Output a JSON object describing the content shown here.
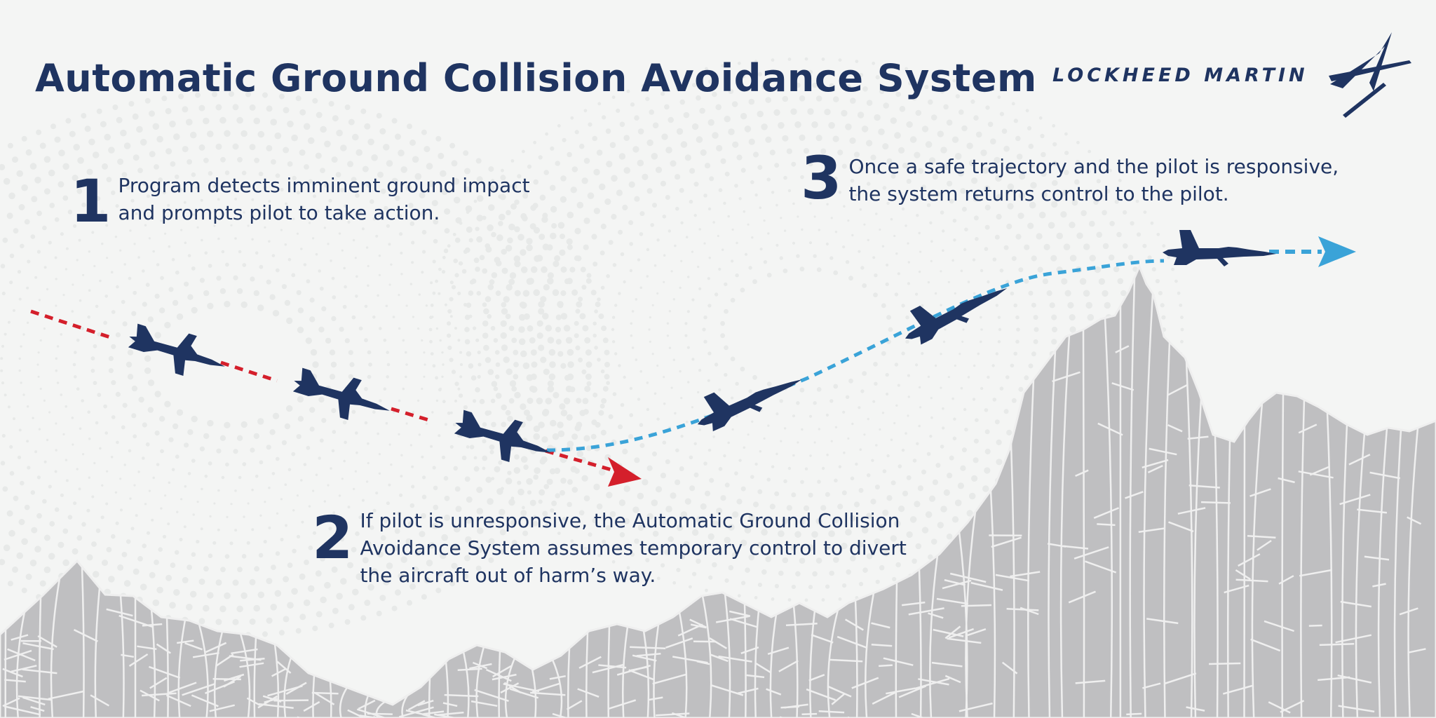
{
  "title": "Automatic Ground Collision Avoidance System",
  "brand": {
    "logo_text": "LOCKHEED MARTIN",
    "star_icon": "lockheed-star-icon"
  },
  "steps": [
    {
      "number": "1",
      "lines": [
        "Program detects imminent ground impact",
        "and prompts pilot to take action."
      ]
    },
    {
      "number": "2",
      "lines": [
        "If pilot is unresponsive, the Automatic Ground Collision",
        "Avoidance System assumes temporary control to divert",
        "the aircraft out of harm’s way."
      ]
    },
    {
      "number": "3",
      "lines": [
        "Once a safe trajectory and the pilot is responsive,",
        "the system returns control to the pilot."
      ]
    }
  ],
  "colors": {
    "navy": "#1f3461",
    "danger_red": "#d41f2b",
    "safe_blue": "#3aa3d8",
    "mountain_fill": "#bfbfc1",
    "mountain_line": "#efefef",
    "background": "#f4f5f4"
  },
  "icons": {
    "aircraft": "fighter-jet-icon",
    "arrow": "arrowhead-icon"
  }
}
